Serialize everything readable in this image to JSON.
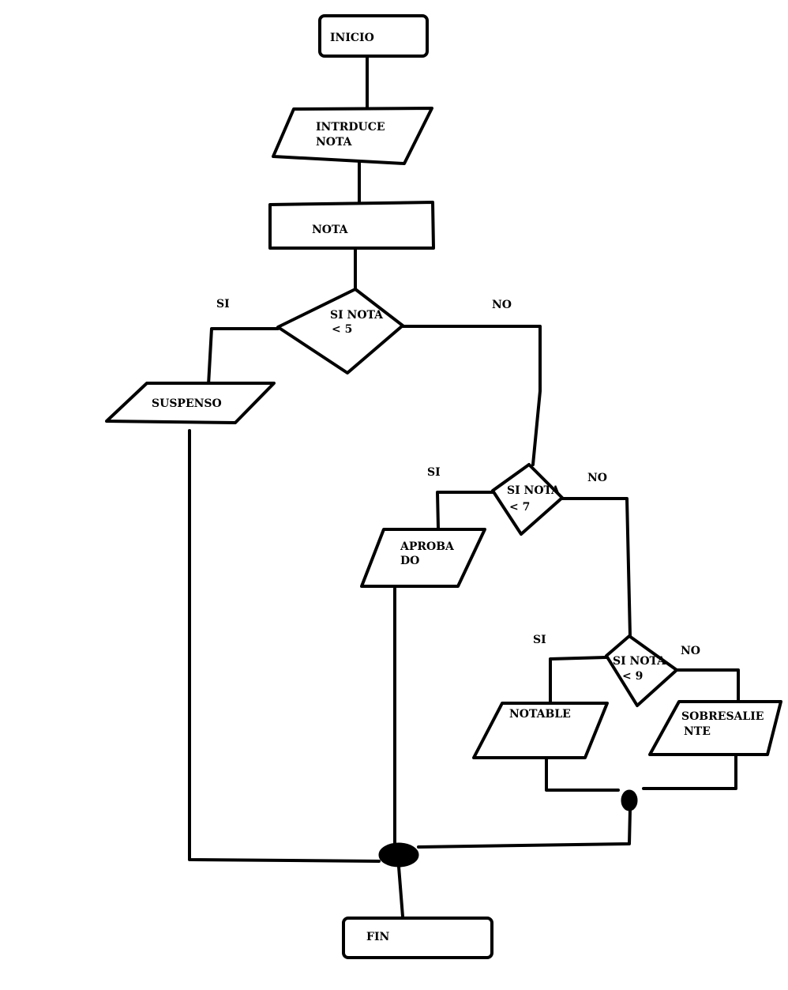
{
  "nodes": {
    "inicio": {
      "label": "INICIO"
    },
    "introduce": {
      "line1": "INTRDUCE",
      "line2": "NOTA"
    },
    "nota": {
      "label": "NOTA"
    },
    "dec1": {
      "line1": "SI NOTA",
      "line2": "< 5"
    },
    "suspenso": {
      "label": "SUSPENSO"
    },
    "dec2": {
      "line1": "SI NOTA",
      "line2": "<  7"
    },
    "aprobado": {
      "line1": "APROBA",
      "line2": "DO"
    },
    "dec3": {
      "line1": "SI NOTA",
      "line2": "< 9"
    },
    "notable": {
      "label": "NOTABLE"
    },
    "sobresaliente": {
      "line1": "SOBRESALIE",
      "line2": "NTE"
    },
    "fin": {
      "label": "FIN"
    }
  },
  "branches": {
    "d1_si": "SI",
    "d1_no": "NO",
    "d2_si": "SI",
    "d2_no": "NO",
    "d3_si": "SI",
    "d3_no": "NO"
  }
}
